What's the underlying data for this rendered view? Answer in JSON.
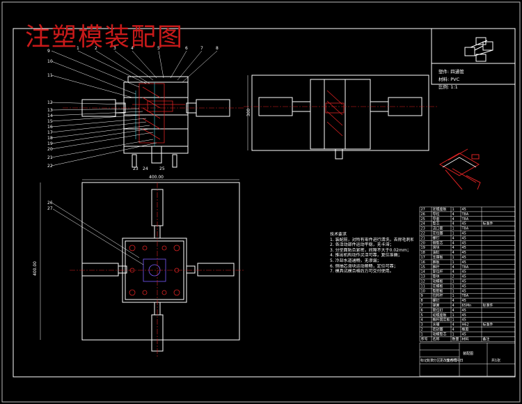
{
  "drawing": {
    "title": "注塑模装配图",
    "info_lines": [
      "塑件: 四通管",
      "材料: PVC",
      "比例: 1:1"
    ],
    "notes_title": "技术要求",
    "notes": [
      "1. 装配前，对所有零件进行清洗，去除毛刺和污物；",
      "2. 各活动部件运动平稳，无卡滞；",
      "3. 分型面贴合紧密，间隙不大于0.02mm；",
      "4. 推出机构动作灵活可靠，复位准确；",
      "5. 冷却水道通畅，无渗漏；",
      "6. 侧抽芯滑块运动顺畅，定位可靠；",
      "7. 模具试模合格后方可交付使用。"
    ],
    "dimensions": {
      "width": "400.00",
      "height": "400.00",
      "side": "300"
    },
    "balloons_top": [
      "1",
      "2",
      "3",
      "4",
      "5",
      "6",
      "7",
      "8"
    ],
    "balloons_left": [
      "9",
      "10",
      "11",
      "12",
      "13",
      "14",
      "15",
      "16",
      "17",
      "18",
      "19",
      "20",
      "21",
      "22"
    ],
    "balloons_bottom": [
      "23",
      "24",
      "25"
    ],
    "balloons_plan": [
      "26",
      "27"
    ]
  },
  "bom": {
    "headers": [
      "序号",
      "名称",
      "数量",
      "材料",
      "备注"
    ],
    "rows": [
      [
        "27",
        "定模座板",
        "1",
        "45",
        ""
      ],
      [
        "26",
        "导柱",
        "4",
        "T8A",
        ""
      ],
      [
        "25",
        "导套",
        "4",
        "T8A",
        ""
      ],
      [
        "24",
        "型芯",
        "4",
        "45",
        "标准件"
      ],
      [
        "23",
        "浇口套",
        "1",
        "T8A",
        ""
      ],
      [
        "22",
        "定位圈",
        "1",
        "45",
        ""
      ],
      [
        "21",
        "螺钉",
        "4",
        "45",
        ""
      ],
      [
        "20",
        "侧型芯",
        "4",
        "45",
        ""
      ],
      [
        "19",
        "滑块",
        "4",
        "45",
        ""
      ],
      [
        "18",
        "油缸",
        "4",
        "45",
        ""
      ],
      [
        "17",
        "支撑板",
        "1",
        "45",
        ""
      ],
      [
        "16",
        "推板",
        "1",
        "45",
        ""
      ],
      [
        "15",
        "推杆",
        "4",
        "T8A",
        ""
      ],
      [
        "14",
        "复位杆",
        "4",
        "45",
        ""
      ],
      [
        "13",
        "垫块",
        "2",
        "45",
        ""
      ],
      [
        "12",
        "动模板",
        "1",
        "45",
        ""
      ],
      [
        "11",
        "定模板",
        "1",
        "45",
        ""
      ],
      [
        "10",
        "型腔板",
        "1",
        "45",
        ""
      ],
      [
        "9",
        "拉料杆",
        "1",
        "T8A",
        ""
      ],
      [
        "8",
        "螺钉",
        "4",
        "45",
        ""
      ],
      [
        "7",
        "弹簧",
        "4",
        "65Mn",
        "标准件"
      ],
      [
        "6",
        "限位钉",
        "4",
        "45",
        ""
      ],
      [
        "5",
        "动模座板",
        "1",
        "45",
        ""
      ],
      [
        "4",
        "推杆固定板",
        "1",
        "45",
        ""
      ],
      [
        "3",
        "水嘴",
        "4",
        "H62",
        "标准件"
      ],
      [
        "2",
        "密封圈",
        "4",
        "橡胶",
        ""
      ],
      [
        "1",
        "动模型芯",
        "1",
        "45",
        ""
      ]
    ],
    "footer_labels": [
      "标记",
      "处数",
      "分区",
      "更改文件号",
      "签名",
      "年月日"
    ],
    "footer_name": "装配图",
    "footer_sheet": "共1张"
  }
}
